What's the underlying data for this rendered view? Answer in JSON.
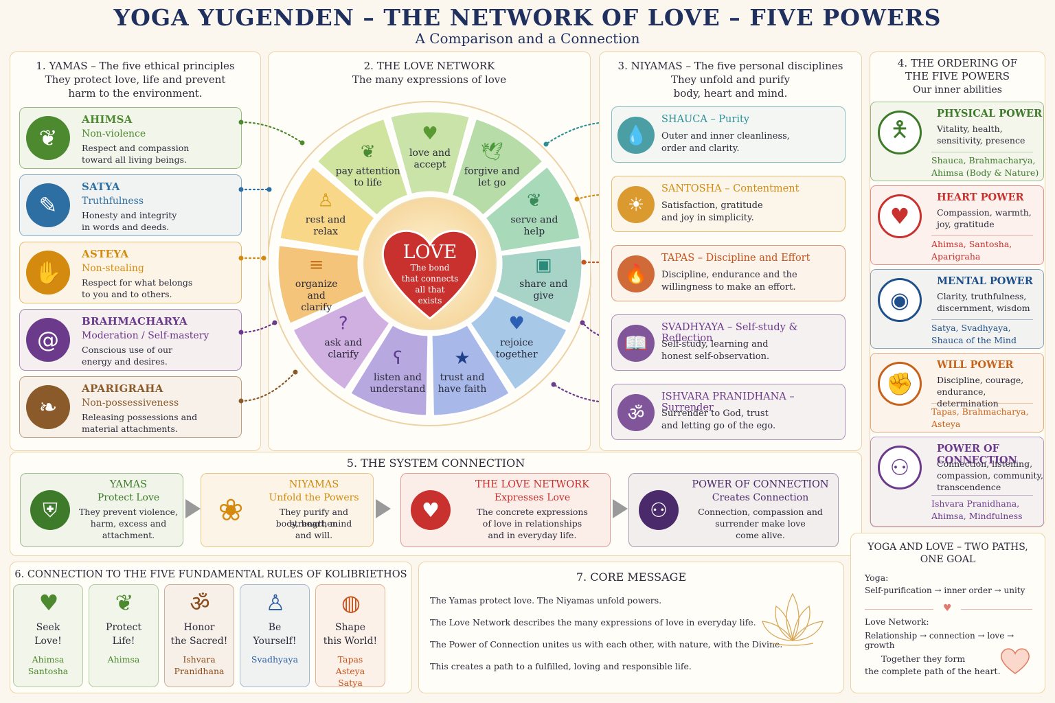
{
  "header": {
    "title": "YOGA YUGENDEN – THE NETWORK OF LOVE – FIVE POWERS",
    "subtitle": "A Comparison and a Connection"
  },
  "yamas": {
    "title": "1. YAMAS – The five ethical principles",
    "desc1": "They protect love, life and prevent",
    "desc2": "harm to the environment.",
    "items": [
      {
        "name": "AHIMSA",
        "sub": "Non-violence",
        "d1": "Respect and compassion",
        "d2": "toward all living beings.",
        "color": "#4d8a2f",
        "icon": "leaf-icon"
      },
      {
        "name": "SATYA",
        "sub": "Truthfulness",
        "d1": "Honesty and integrity",
        "d2": "in words and deeds.",
        "color": "#2d6fa3",
        "icon": "speech-bubble-icon"
      },
      {
        "name": "ASTEYA",
        "sub": "Non-stealing",
        "d1": "Respect for what belongs",
        "d2": "to you and to others.",
        "color": "#d48a0e",
        "icon": "hand-icon"
      },
      {
        "name": "BRAHMACHARYA",
        "sub": "Moderation / Self-mastery",
        "d1": "Conscious use of our",
        "d2": "energy and desires.",
        "color": "#6b3a8a",
        "icon": "spiral-icon"
      },
      {
        "name": "APARIGRAHA",
        "sub": "Non-possessiveness",
        "d1": "Releasing possessions and",
        "d2": "material attachments.",
        "color": "#8a5a2a",
        "icon": "leaf-hand-icon"
      }
    ]
  },
  "network": {
    "title": "2. THE LOVE NETWORK",
    "desc": "The many expressions of love",
    "center": {
      "title": "LOVE",
      "l1": "The bond",
      "l2": "that connects",
      "l3": "all that",
      "l4": "exists"
    },
    "segments": [
      {
        "l1": "love and",
        "l2": "accept",
        "icon": "heart-icon"
      },
      {
        "l1": "forgive and",
        "l2": "let go",
        "icon": "dove-icon"
      },
      {
        "l1": "serve and",
        "l2": "help",
        "icon": "hands-icon"
      },
      {
        "l1": "share and",
        "l2": "give",
        "icon": "gift-icon"
      },
      {
        "l1": "rejoice",
        "l2": "together",
        "icon": "heart-icon"
      },
      {
        "l1": "trust and",
        "l2": "have faith",
        "icon": "stars-icon"
      },
      {
        "l1": "listen and",
        "l2": "understand",
        "icon": "ear-icon"
      },
      {
        "l1": "ask and",
        "l2": "clarify",
        "icon": "question-icon"
      },
      {
        "l1": "organize",
        "l2": "and",
        "l3": "clarify",
        "icon": "stones-icon"
      },
      {
        "l1": "rest and",
        "l2": "relax",
        "icon": "meditation-icon"
      },
      {
        "l1": "pay attention",
        "l2": "to life",
        "icon": "leaf-icon"
      }
    ]
  },
  "niyamas": {
    "title": "3. NIYAMAS – The five personal disciplines",
    "desc1": "They unfold and purify",
    "desc2": "body, heart and mind.",
    "items": [
      {
        "name": "SHAUCA – Purity",
        "d1": "Outer and inner cleanliness,",
        "d2": "order and clarity.",
        "color": "#2d8f96",
        "icon": "water-drop-icon"
      },
      {
        "name": "SANTOSHA – Contentment",
        "d1": "Satisfaction, gratitude",
        "d2": "and joy in simplicity.",
        "color": "#d48a0e",
        "icon": "sun-icon"
      },
      {
        "name": "TAPAS – Discipline and Effort",
        "d1": "Discipline, endurance and the",
        "d2": "willingness to make an effort.",
        "color": "#c8521a",
        "icon": "flame-icon"
      },
      {
        "name": "SVADHYAYA – Self-study & Reflection",
        "d1": "Self-study, learning and",
        "d2": "honest self-observation.",
        "color": "#6b3a8a",
        "icon": "book-icon"
      },
      {
        "name": "ISHVARA PRANIDHANA – Surrender",
        "d1": "Surrender to God, trust",
        "d2": "and letting go of the ego.",
        "color": "#6b3a8a",
        "icon": "om-icon"
      }
    ]
  },
  "powers": {
    "title1": "4. THE ORDERING OF",
    "title2": "THE FIVE POWERS",
    "desc": "Our inner abilities",
    "items": [
      {
        "name": "PHYSICAL POWER",
        "d1": "Vitality, health,",
        "d2": "sensitivity, presence",
        "r1": "Shauca, Brahmacharya,",
        "r2": "Ahimsa (Body & Nature)",
        "color": "#3d7a2a",
        "icon": "body-icon"
      },
      {
        "name": "HEART POWER",
        "d1": "Compassion, warmth,",
        "d2": "joy, gratitude",
        "r1": "Ahimsa, Santosha,",
        "r2": "Aparigraha",
        "color": "#c8312e",
        "icon": "heart-icon"
      },
      {
        "name": "MENTAL POWER",
        "d1": "Clarity, truthfulness,",
        "d2": "discernment, wisdom",
        "r1": "Satya, Svadhyaya,",
        "r2": "Shauca of the Mind",
        "color": "#1f4f8a",
        "icon": "head-icon"
      },
      {
        "name": "WILL POWER",
        "d1": "Discipline, courage,",
        "d2": "endurance, determination",
        "r1": "Tapas, Brahmacharya,",
        "r2": "Asteya",
        "color": "#c8621a",
        "icon": "fist-icon"
      },
      {
        "name": "POWER OF CONNECTION",
        "d1": "Connection, listening,",
        "d2": "compassion, community,",
        "d3": "transcendence",
        "r1": "Ishvara Pranidhana,",
        "r2": "Ahimsa, Mindfulness",
        "color": "#6b3a8a",
        "icon": "people-icon"
      }
    ]
  },
  "system": {
    "title": "5. THE SYSTEM CONNECTION",
    "items": [
      {
        "name": "YAMAS",
        "sub": "Protect Love",
        "d1": "They prevent violence,",
        "d2": "harm, excess and",
        "d3": "attachment.",
        "color": "#3d7a2a",
        "icon": "shield-icon"
      },
      {
        "name": "NIYAMAS",
        "sub": "Unfold the Powers",
        "d1": "They purify and strengthen",
        "d2": "body, heart, mind",
        "d3": "and will.",
        "color": "#d48a0e",
        "icon": "lotus-icon"
      },
      {
        "name": "THE LOVE NETWORK",
        "sub": "Expresses Love",
        "d1": "The concrete expressions",
        "d2": "of love in relationships",
        "d3": "and in everyday life.",
        "color": "#c8312e",
        "icon": "heart-icon"
      },
      {
        "name": "POWER OF CONNECTION",
        "sub": "Creates Connection",
        "d1": "Connection, compassion and",
        "d2": "surrender make love",
        "d3": "come alive.",
        "color": "#4a2a6a",
        "icon": "people-icon"
      }
    ]
  },
  "rules": {
    "title": "6. CONNECTION TO THE FIVE FUNDAMENTAL RULES OF KOLIBRIETHOS",
    "items": [
      {
        "l1": "Seek",
        "l2": "Love!",
        "r1": "Ahimsa",
        "r2": "Santosha",
        "color": "#4d8a2f",
        "icon": "heart-icon"
      },
      {
        "l1": "Protect",
        "l2": "Life!",
        "r1": "Ahimsa",
        "color": "#4d8a2f",
        "icon": "leaf-icon"
      },
      {
        "l1": "Honor",
        "l2": "the Sacred!",
        "r1": "Ishvara",
        "r2": "Pranidhana",
        "color": "#8a4a1a",
        "icon": "om-icon"
      },
      {
        "l1": "Be",
        "l2": "Yourself!",
        "r1": "Svadhyaya",
        "color": "#2d5fa3",
        "icon": "person-icon"
      },
      {
        "l1": "Shape",
        "l2": "this World!",
        "r1": "Tapas",
        "r2": "Asteya",
        "r3": "Satya",
        "color": "#c8521a",
        "icon": "globe-icon"
      }
    ]
  },
  "core": {
    "title": "7. CORE MESSAGE",
    "lines": [
      "The Yamas protect love. The Niyamas unfold powers.",
      "The Love Network describes the many expressions of love in everyday life.",
      "The Power of Connection unites us with each other, with nature, with the Divine.",
      "This creates a path to a fulfilled, loving and responsible life."
    ]
  },
  "paths": {
    "title1": "YOGA AND LOVE – TWO PATHS,",
    "title2": "ONE GOAL",
    "yoga_label": "Yoga:",
    "yoga_path": "Self-purification → inner order → unity",
    "love_label": "Love Network:",
    "love_path": "Relationship → connection → love → growth",
    "end1": "Together they form",
    "end2": "the complete path of the heart."
  }
}
